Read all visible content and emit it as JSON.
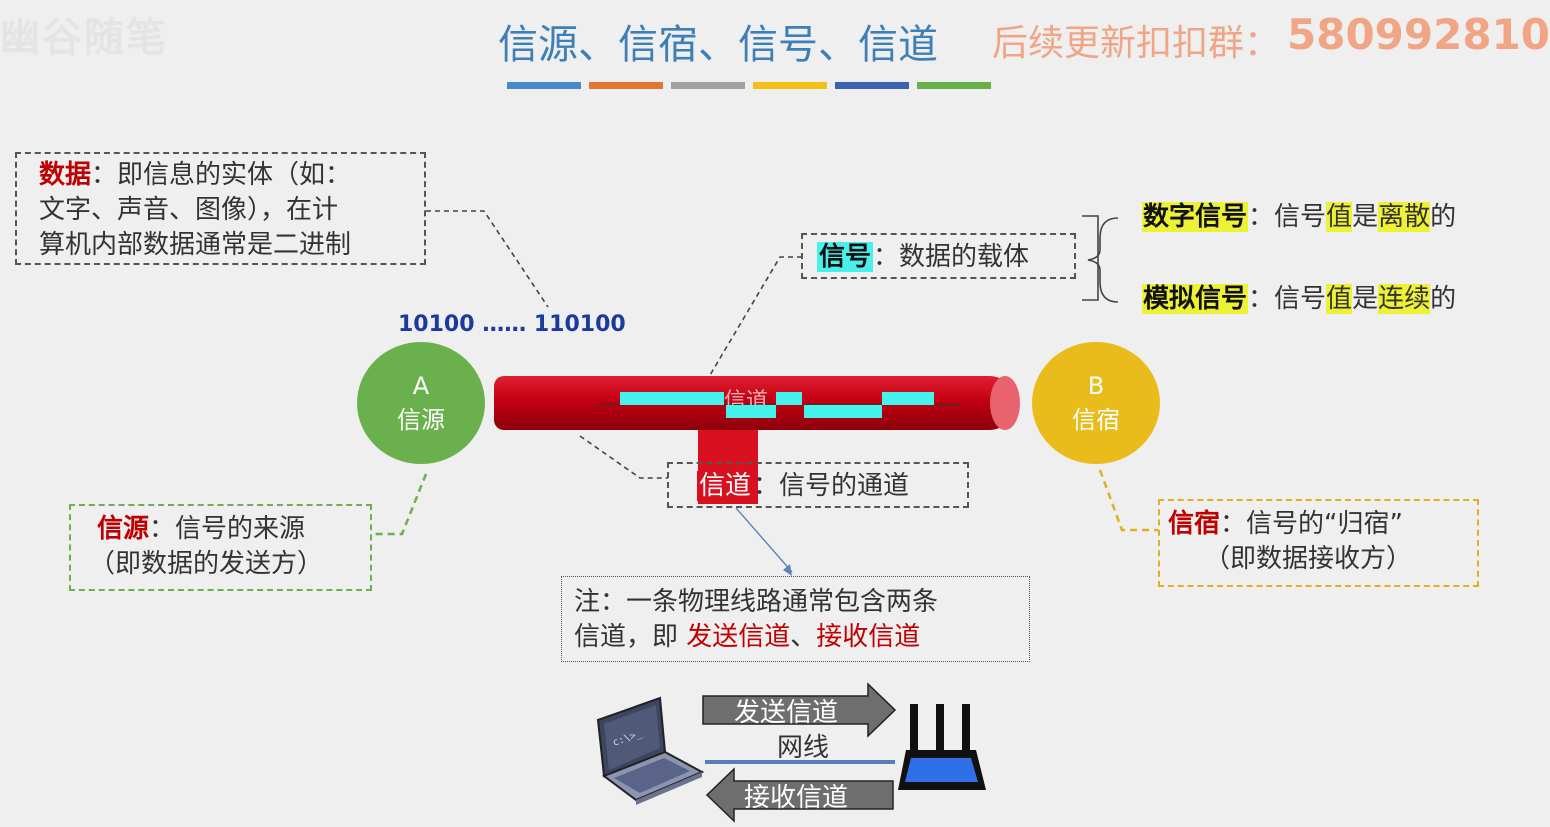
{
  "watermark": "幽谷随笔",
  "title": {
    "main": "信源、信宿、信号、信道",
    "side": "后续更新扣扣群：",
    "number": "580992810",
    "stripe_colors": [
      "#4a89c8",
      "#e07832",
      "#a0a0a2",
      "#f4c018",
      "#3a64b0",
      "#68b048"
    ]
  },
  "data_box": {
    "term": "数据",
    "colon": "：",
    "line1": "即信息的实体（如：",
    "line2": "文字、声音、图像），在计",
    "line3": "算机内部数据通常是二进制"
  },
  "bits_label": "10100 …… 110100",
  "signal_box": {
    "term": "信号",
    "colon": "：",
    "desc": "数据的载体"
  },
  "signal_types": {
    "digital": {
      "term": "数字信号",
      "colon": "：",
      "pre": "信号",
      "hl1": "值",
      "mid": "是",
      "hl2": "离散",
      "post": "的"
    },
    "analog": {
      "term": "模拟信号",
      "colon": "：",
      "pre": "信号",
      "hl1": "值",
      "mid": "是",
      "hl2": "连续",
      "post": "的"
    }
  },
  "node_a": {
    "letter": "A",
    "name": "信源",
    "color": "#6ab04c"
  },
  "node_b": {
    "letter": "B",
    "name": "信宿",
    "color": "#e9bc1c"
  },
  "pipe_label": "信道",
  "channel_box": {
    "term": "信道",
    "colon": "：",
    "desc": "信号的通道"
  },
  "source_box": {
    "term": "信源",
    "colon": "：",
    "desc": "信号的来源",
    "line2": "（即数据的发送方）"
  },
  "sink_box": {
    "term": "信宿",
    "colon": "：",
    "desc": "信号的“归宿”",
    "line2": "（即数据接收方）"
  },
  "note_box": {
    "line1": "注：一条物理线路通常包含两条",
    "line2_pre": "信道，即 ",
    "send": "发送信道",
    "sep": "、",
    "recv": "接收信道"
  },
  "bottom": {
    "send_label": "发送信道",
    "cable_label": "网线",
    "recv_label": "接收信道",
    "laptop_icon": "laptop-icon",
    "router_icon": "router-icon"
  }
}
